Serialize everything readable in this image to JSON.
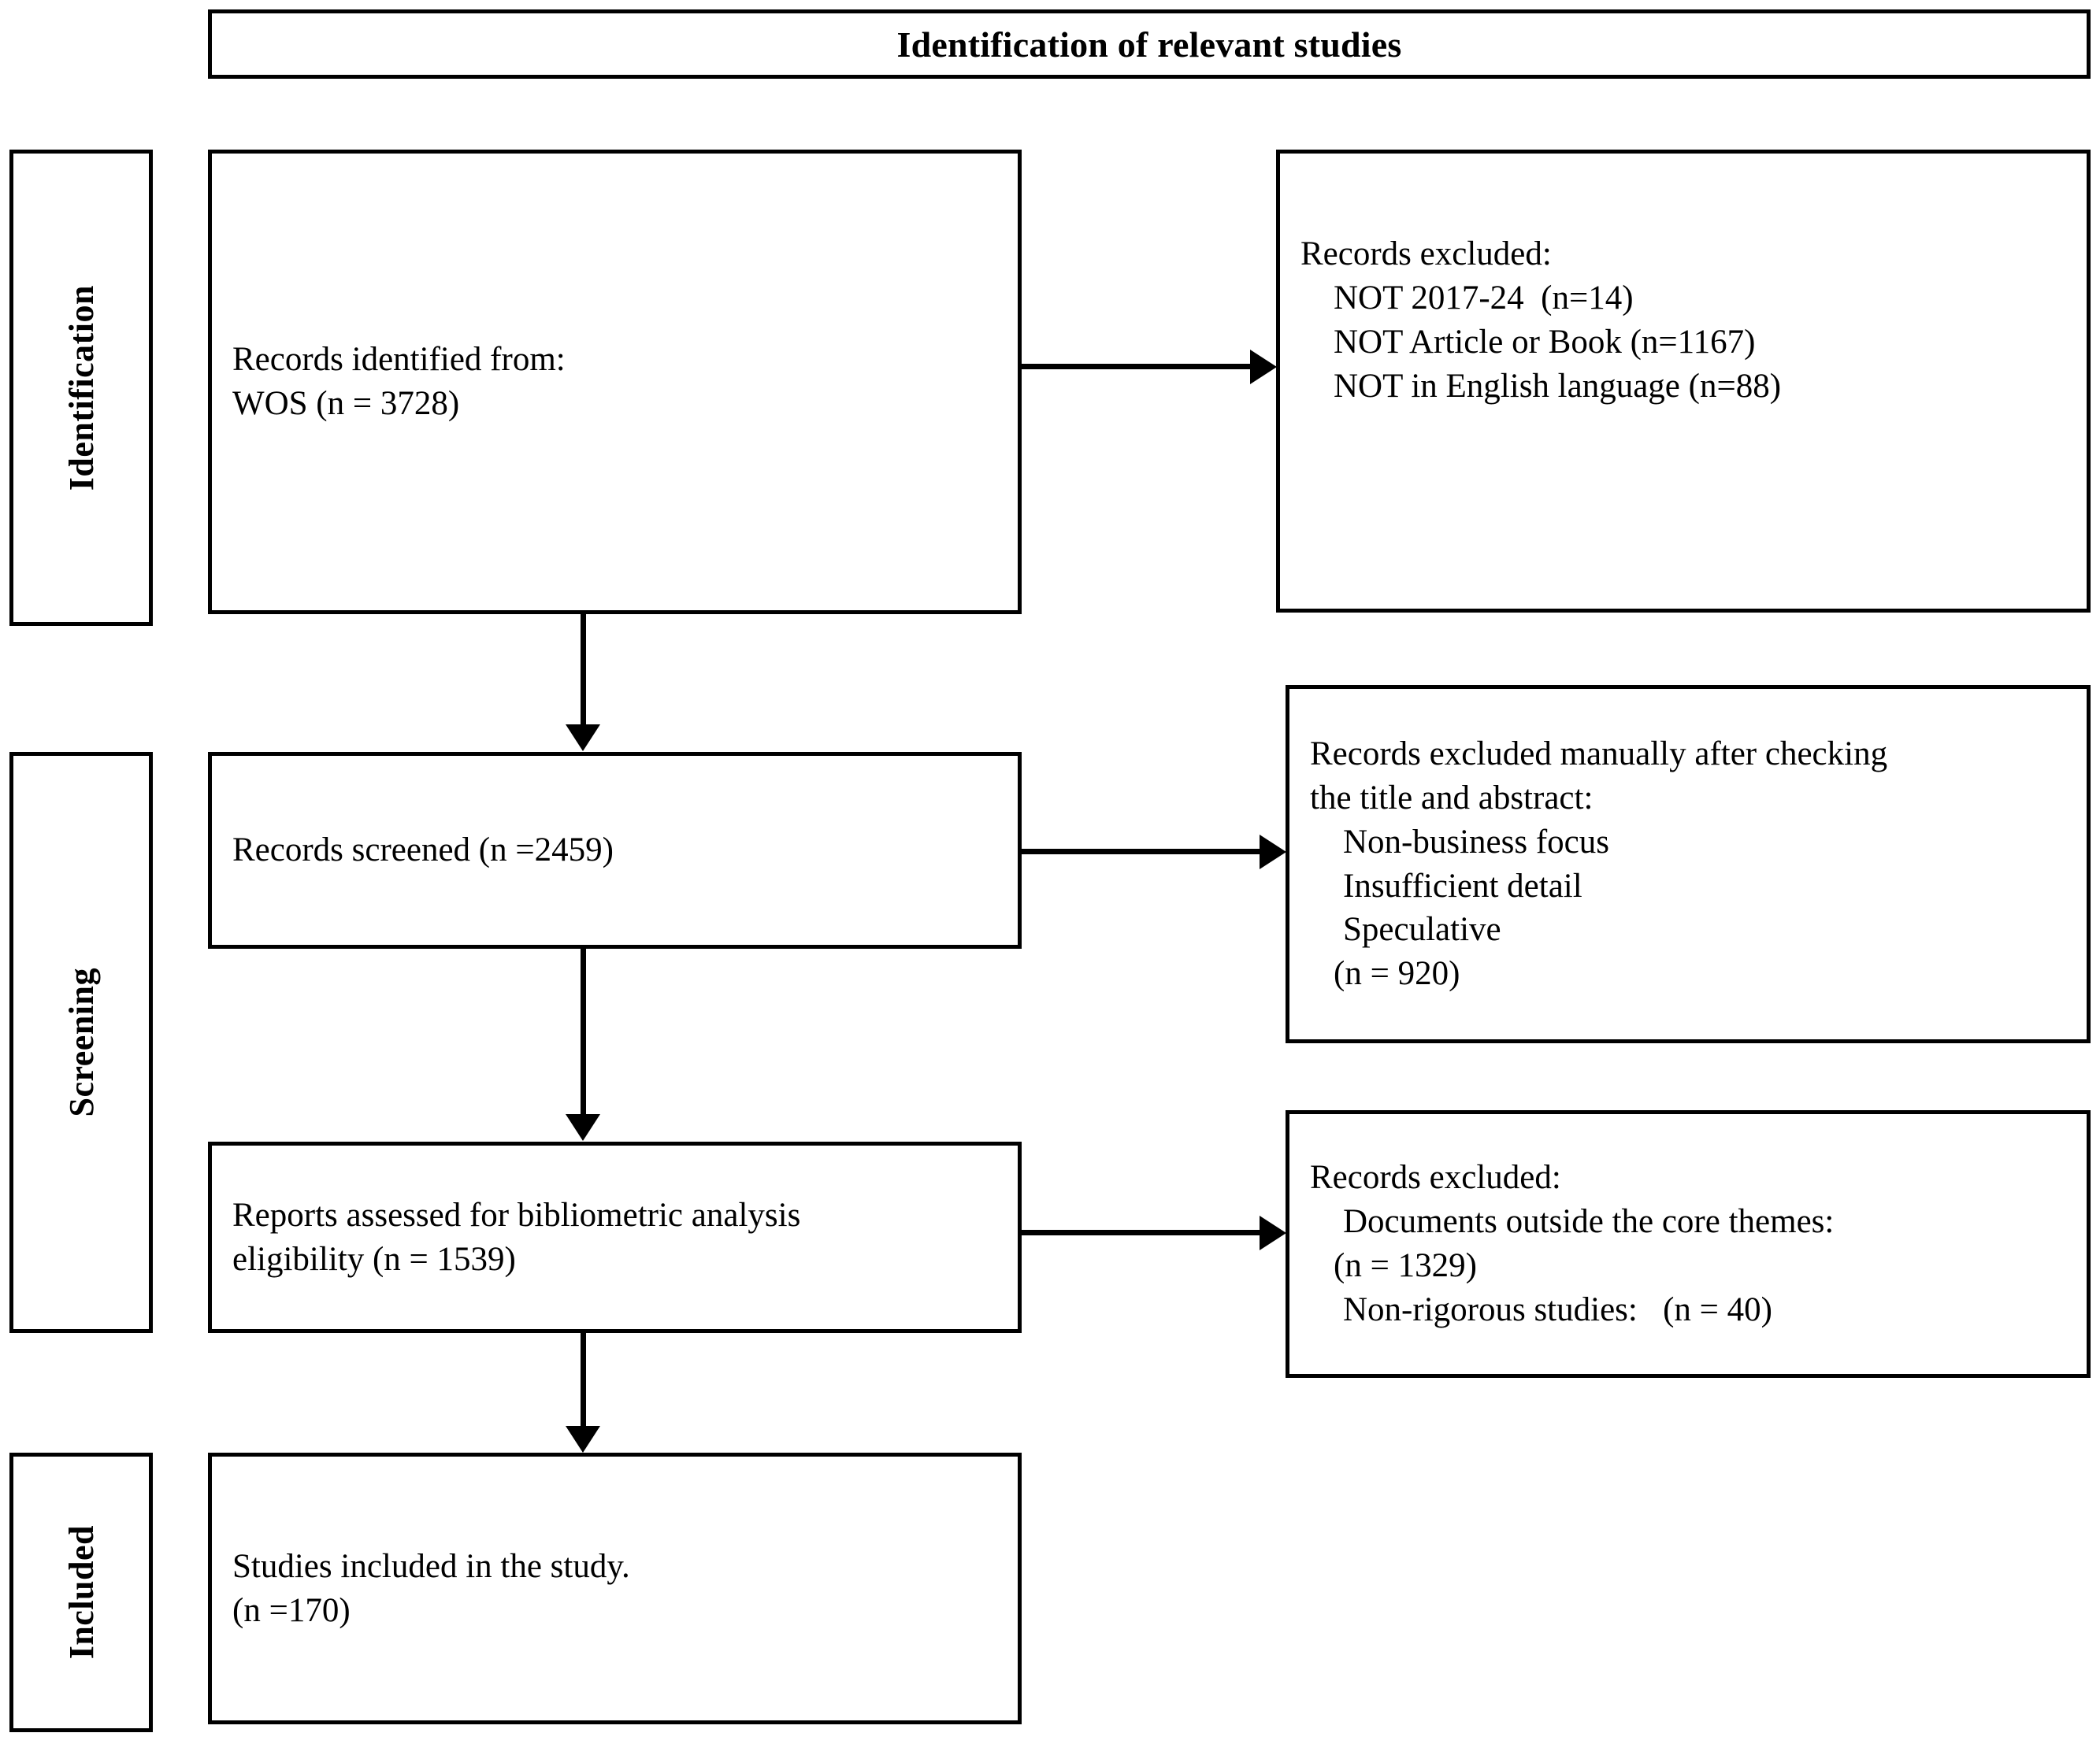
{
  "header": {
    "title": "Identification of relevant studies"
  },
  "stages": [
    {
      "id": "identification",
      "label": "Identification"
    },
    {
      "id": "screening",
      "label": "Screening"
    },
    {
      "id": "included",
      "label": "Included"
    }
  ],
  "flow": {
    "identified": {
      "lines": [
        "Records identified from:",
        "WOS (n = 3728)"
      ]
    },
    "excluded_1": {
      "lines": [
        "Records excluded:",
        "NOT 2017-24  (n=14)",
        "NOT Article or Book (n=1167)",
        "NOT in English language (n=88)"
      ]
    },
    "screened": {
      "lines": [
        "Records screened (n =2459)"
      ]
    },
    "excluded_2": {
      "lines": [
        "Records excluded manually after checking",
        "the title and abstract:",
        "Non-business focus",
        "Insufficient detail",
        "Speculative",
        "(n = 920)"
      ]
    },
    "eligibility": {
      "lines": [
        "Reports assessed for bibliometric analysis",
        "eligibility (n = 1539)"
      ]
    },
    "excluded_3": {
      "lines": [
        "Records excluded:",
        "Documents outside the core themes:",
        "(n = 1329)",
        "Non-rigorous studies:   (n = 40)"
      ]
    },
    "included": {
      "lines": [
        "Studies included in the study.",
        "(n =170)"
      ]
    }
  },
  "colors": {
    "stroke": "#000000",
    "background": "#ffffff"
  }
}
